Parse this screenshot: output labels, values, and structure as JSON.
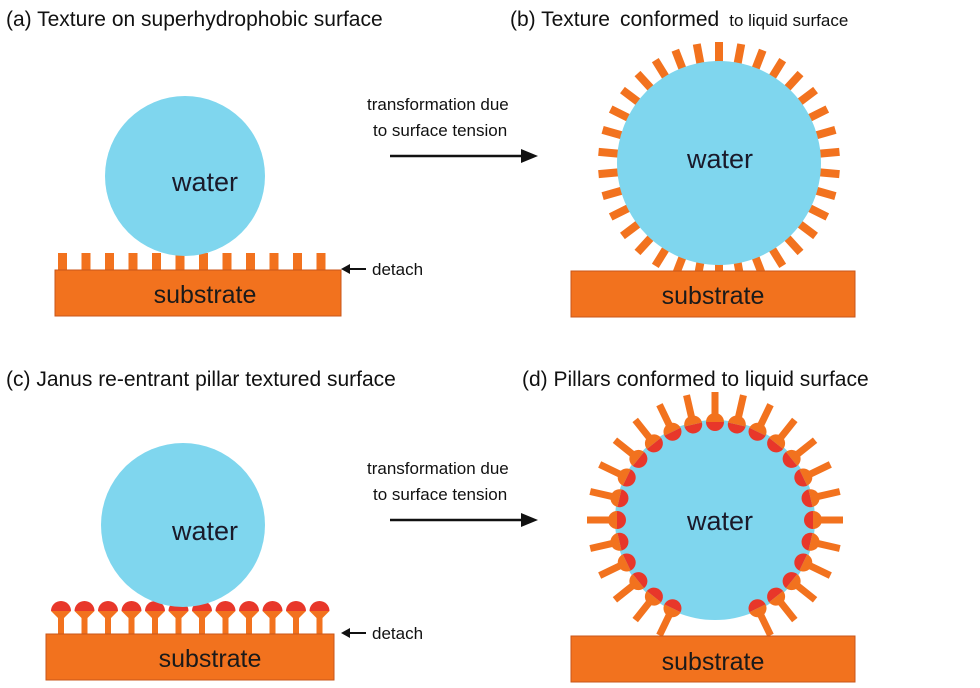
{
  "panels": {
    "a": {
      "title_lead": "(a) Texture on superhydrophobic surface",
      "water": "water",
      "substrate": "substrate",
      "detach": "detach"
    },
    "b": {
      "title_lead": "(b) Texture",
      "title_bold": "conformed",
      "title_tail": "to liquid surface",
      "water": "water",
      "substrate": "substrate"
    },
    "c": {
      "title": "(c) Janus re-entrant pillar textured surface",
      "water": "water",
      "substrate": "substrate",
      "detach": "detach"
    },
    "d": {
      "title": "(d) Pillars conformed to liquid surface",
      "water": "water",
      "substrate": "substrate"
    }
  },
  "arrows": {
    "top": {
      "line1": "transformation due",
      "line2": "to surface tension"
    },
    "bottom": {
      "line1": "transformation due",
      "line2": "to surface tension"
    }
  },
  "colors": {
    "water": "#7fd6ee",
    "substrate": "#f2721e",
    "substrate_edge": "#c8561a",
    "pillar_cap": "#e8372a",
    "arrow": "#111111"
  }
}
